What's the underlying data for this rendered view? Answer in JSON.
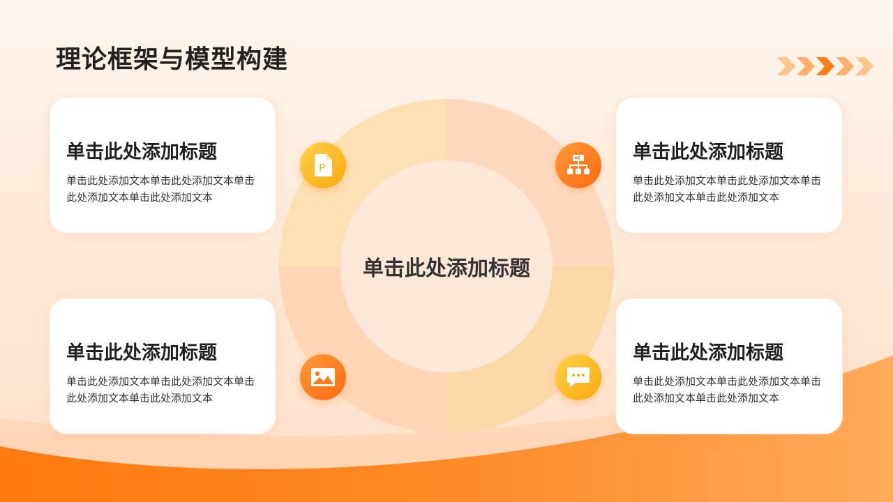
{
  "page": {
    "title": "理论框架与模型构建"
  },
  "center": {
    "title": "单击此处添加标题"
  },
  "cards": [
    {
      "title": "单击此处添加标题",
      "text": "单击此处添加文本单击此处添加文本单击此处添加文本单击此处添加文本",
      "icon": "document-p-icon"
    },
    {
      "title": "单击此处添加标题",
      "text": "单击此处添加文本单击此处添加文本单击此处添加文本单击此处添加文本",
      "icon": "network-icon"
    },
    {
      "title": "单击此处添加标题",
      "text": "单击此处添加文本单击此处添加文本单击此处添加文本单击此处添加文本",
      "icon": "image-icon"
    },
    {
      "title": "单击此处添加标题",
      "text": "单击此处添加文本单击此处添加文本单击此处添加文本单击此处添加文本",
      "icon": "chat-icon"
    }
  ],
  "colors": {
    "accent": "#ff7a18",
    "accent_yellow": "#f5b314",
    "text": "#222222"
  }
}
